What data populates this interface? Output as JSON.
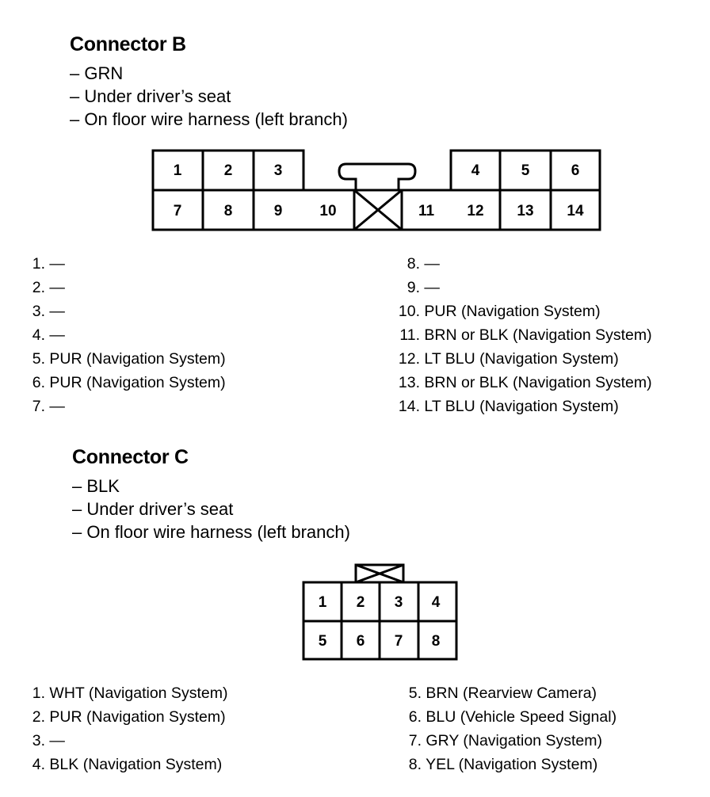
{
  "connector_b": {
    "title": "Connector B",
    "details": [
      "– GRN",
      "– Under driver’s seat",
      "– On floor wire harness (left branch)"
    ],
    "cell_labels": [
      "1",
      "2",
      "3",
      "4",
      "5",
      "6",
      "7",
      "8",
      "9",
      "10",
      "11",
      "12",
      "13",
      "14"
    ],
    "pins_left": [
      {
        "num": "1.",
        "desc": "—"
      },
      {
        "num": "2.",
        "desc": "—"
      },
      {
        "num": "3.",
        "desc": "—"
      },
      {
        "num": "4.",
        "desc": "—"
      },
      {
        "num": "5.",
        "desc": "PUR (Navigation System)"
      },
      {
        "num": "6.",
        "desc": "PUR (Navigation System)"
      },
      {
        "num": "7.",
        "desc": "—"
      }
    ],
    "pins_right": [
      {
        "num": "8.",
        "desc": "—"
      },
      {
        "num": "9.",
        "desc": "—"
      },
      {
        "num": "10.",
        "desc": "PUR (Navigation System)"
      },
      {
        "num": "11.",
        "desc": "BRN or BLK (Navigation System)"
      },
      {
        "num": "12.",
        "desc": "LT BLU (Navigation System)"
      },
      {
        "num": "13.",
        "desc": "BRN or BLK (Navigation System)"
      },
      {
        "num": "14.",
        "desc": "LT BLU (Navigation System)"
      }
    ]
  },
  "connector_c": {
    "title": "Connector C",
    "details": [
      "– BLK",
      "– Under driver’s seat",
      "– On floor wire harness (left branch)"
    ],
    "cell_labels": [
      "1",
      "2",
      "3",
      "4",
      "5",
      "6",
      "7",
      "8"
    ],
    "pins_left": [
      {
        "num": "1.",
        "desc": "WHT (Navigation System)"
      },
      {
        "num": "2.",
        "desc": "PUR (Navigation System)"
      },
      {
        "num": "3.",
        "desc": "—"
      },
      {
        "num": "4.",
        "desc": "BLK (Navigation System)"
      }
    ],
    "pins_right": [
      {
        "num": "5.",
        "desc": "BRN (Rearview Camera)"
      },
      {
        "num": "6.",
        "desc": "BLU (Vehicle Speed Signal)"
      },
      {
        "num": "7.",
        "desc": "GRY (Navigation System)"
      },
      {
        "num": "8.",
        "desc": "YEL (Navigation System)"
      }
    ]
  }
}
